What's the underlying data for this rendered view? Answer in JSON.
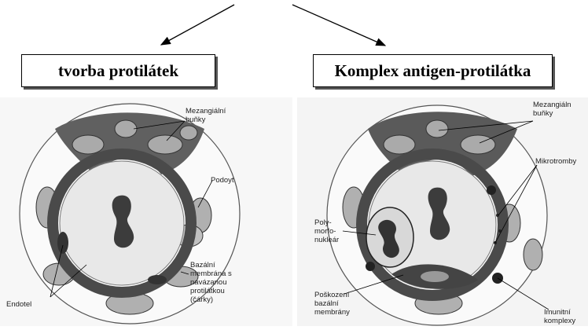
{
  "boxes": {
    "left": "tvorba protilátek",
    "right": "Komplex antigen-protilátka"
  },
  "left_labels": {
    "mesangial": "Mezangiální\nbuňky",
    "podocyte": "Podoyt",
    "basal": "Bazální\nmembrána s\nnavázanou\nprotilátkou\n(čárky)",
    "endotel": "Endotel"
  },
  "right_labels": {
    "mesangial": "Mezangiáln\nbuňky",
    "microthrombi": "Mikrotromby",
    "polymorph": "Poly-\nmorfo-\nnukleár",
    "damage": "Poškození\nbazální\nmembrány",
    "immune": "Imunitní\nkomplexy"
  },
  "colors": {
    "ring": "#4a4a4a",
    "mesangium": "#5e5e5e",
    "cell": "#b5b5b5",
    "lumen": "#e6e6e6",
    "nucleus": "#3a3a3a"
  }
}
